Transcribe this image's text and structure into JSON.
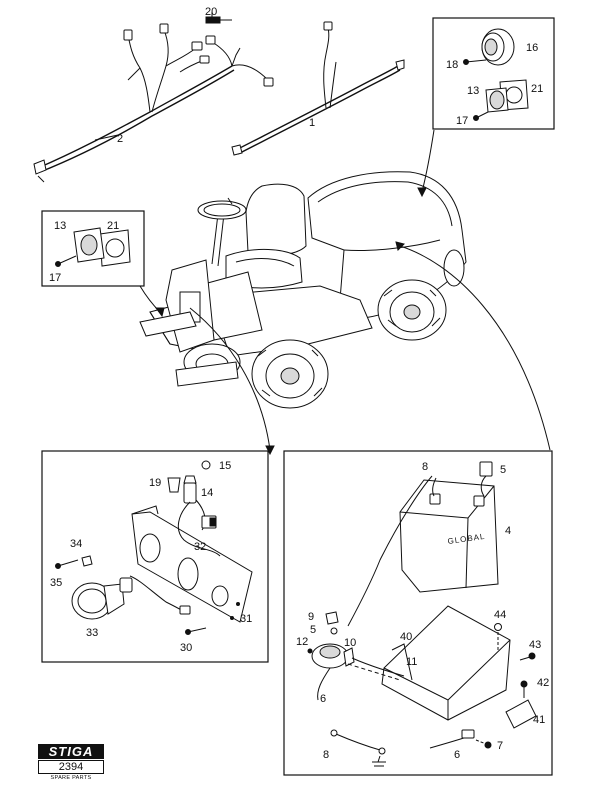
{
  "brand": {
    "logo": "STIGA",
    "model_number": "2394",
    "caption": "SPARE PARTS"
  },
  "battery_label": "GLOBAL",
  "part_numbers": {
    "p1": "1",
    "p2": "2",
    "p4": "4",
    "p5": "5",
    "p5b": "5",
    "p6a": "6",
    "p6b": "6",
    "p7": "7",
    "p8a": "8",
    "p8b": "8",
    "p9": "9",
    "p10": "10",
    "p11": "11",
    "p12": "12",
    "p13a": "13",
    "p13b": "13",
    "p14": "14",
    "p15": "15",
    "p16": "16",
    "p17a": "17",
    "p17b": "17",
    "p18": "18",
    "p19": "19",
    "p20": "20",
    "p21a": "21",
    "p21b": "21",
    "p30": "30",
    "p31": "31",
    "p32": "32",
    "p33": "33",
    "p34": "34",
    "p35": "35",
    "p40": "40",
    "p41": "41",
    "p42": "42",
    "p43": "43",
    "p44": "44"
  }
}
